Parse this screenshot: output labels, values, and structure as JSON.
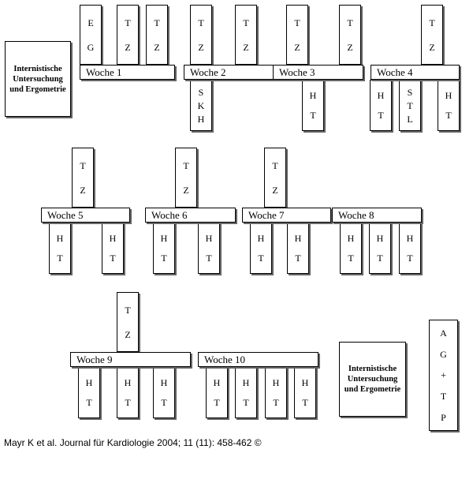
{
  "box_text": "Internistische Untersuchung und Ergometrie",
  "final_box": [
    "A",
    "G",
    "+",
    "T",
    "P"
  ],
  "weeks": [
    {
      "label": "Woche 1",
      "above": [
        [
          "E",
          "G"
        ],
        [
          "T",
          "Z"
        ],
        [
          "T",
          "Z"
        ]
      ],
      "below": []
    },
    {
      "label": "Woche 2",
      "above": [
        [
          "T",
          "Z"
        ],
        [
          "T",
          "Z"
        ]
      ],
      "below": [
        [
          "S",
          "K",
          "H"
        ]
      ]
    },
    {
      "label": "Woche 3",
      "above": [
        [
          "T",
          "Z"
        ],
        [
          "T",
          "Z"
        ]
      ],
      "below": [
        [
          "H",
          "T"
        ]
      ]
    },
    {
      "label": "Woche 4",
      "above": [
        [
          "T",
          "Z"
        ]
      ],
      "below": [
        [
          "H",
          "T"
        ],
        [
          "S",
          "T",
          "L"
        ],
        [
          "H",
          "T"
        ]
      ]
    },
    {
      "label": "Woche 5",
      "above": [
        [
          "T",
          "Z"
        ]
      ],
      "below": [
        [
          "H",
          "T"
        ],
        [
          "H",
          "T"
        ]
      ]
    },
    {
      "label": "Woche 6",
      "above": [
        [
          "T",
          "Z"
        ]
      ],
      "below": [
        [
          "H",
          "T"
        ],
        [
          "H",
          "T"
        ]
      ]
    },
    {
      "label": "Woche 7",
      "above": [
        [
          "T",
          "Z"
        ]
      ],
      "below": [
        [
          "H",
          "T"
        ],
        [
          "H",
          "T"
        ]
      ]
    },
    {
      "label": "Woche 8",
      "above": [],
      "below": [
        [
          "H",
          "T"
        ],
        [
          "H",
          "T"
        ],
        [
          "H",
          "T"
        ]
      ]
    },
    {
      "label": "Woche 9",
      "above": [
        [
          "T",
          "Z"
        ]
      ],
      "below": [
        [
          "H",
          "T"
        ],
        [
          "H",
          "T"
        ],
        [
          "H",
          "T"
        ]
      ]
    },
    {
      "label": "Woche 10",
      "above": [],
      "below": [
        [
          "H",
          "T"
        ],
        [
          "H",
          "T"
        ],
        [
          "H",
          "T"
        ],
        [
          "H",
          "T"
        ]
      ]
    }
  ],
  "caption": "Mayr K et al. Journal für Kardiologie 2004; 11 (11): 458-462 ©"
}
